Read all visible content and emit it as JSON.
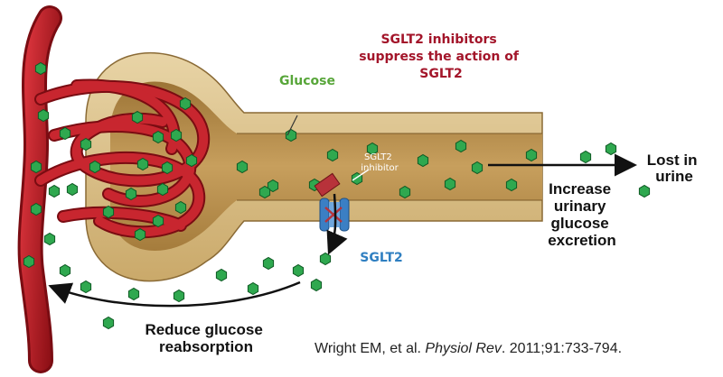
{
  "labels": {
    "inhibitor_note": [
      "SGLT2 inhibitors",
      "suppress the action of",
      "SGLT2"
    ],
    "glucose": "Glucose",
    "inhibitor_tag": [
      "SGLT2",
      "inhibitor"
    ],
    "transporter": "SGLT2",
    "lost": [
      "Lost in",
      "urine"
    ],
    "increase": [
      "Increase",
      "urinary",
      "glucose",
      "excretion"
    ],
    "reduce": [
      "Reduce glucose",
      "reabsorption"
    ]
  },
  "citation": {
    "authors": "Wright EM, et al. ",
    "journal": "Physiol Rev",
    "details": ". 2011;91:733-794."
  },
  "colors": {
    "vessel": "#b01a22",
    "tubule_wall": "#d9c08a",
    "tubule_lumen": "#b38a48",
    "glucose": "#2fa84f",
    "transporter": "#3b7fc4",
    "inhibitor": "#b8323a"
  },
  "icons": [
    "glucose-molecule-icon",
    "sglt2-transporter-icon",
    "sglt2-inhibitor-icon"
  ]
}
